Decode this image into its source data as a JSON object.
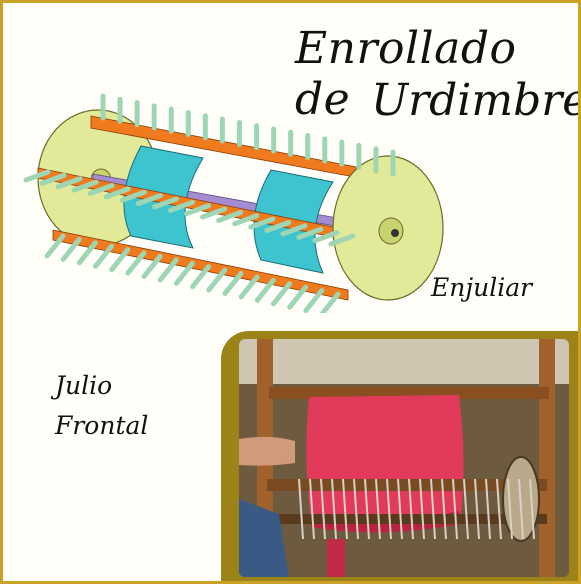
{
  "title": {
    "line1": "Enrollado de",
    "line2": "Urdimbre"
  },
  "labels": {
    "enjuliar": "Enjuliar",
    "julio_line1": "Julio",
    "julio_line2": "Frontal"
  },
  "colors": {
    "border": "#c9a227",
    "photo_frame": "#9c8318",
    "disc": "#e2ea9a",
    "bar": "#f07a1e",
    "peg": "#9ed6b4",
    "cloth": "#3ec4cf",
    "axle": "#a58bd0",
    "yarn": "#e23a5a"
  }
}
